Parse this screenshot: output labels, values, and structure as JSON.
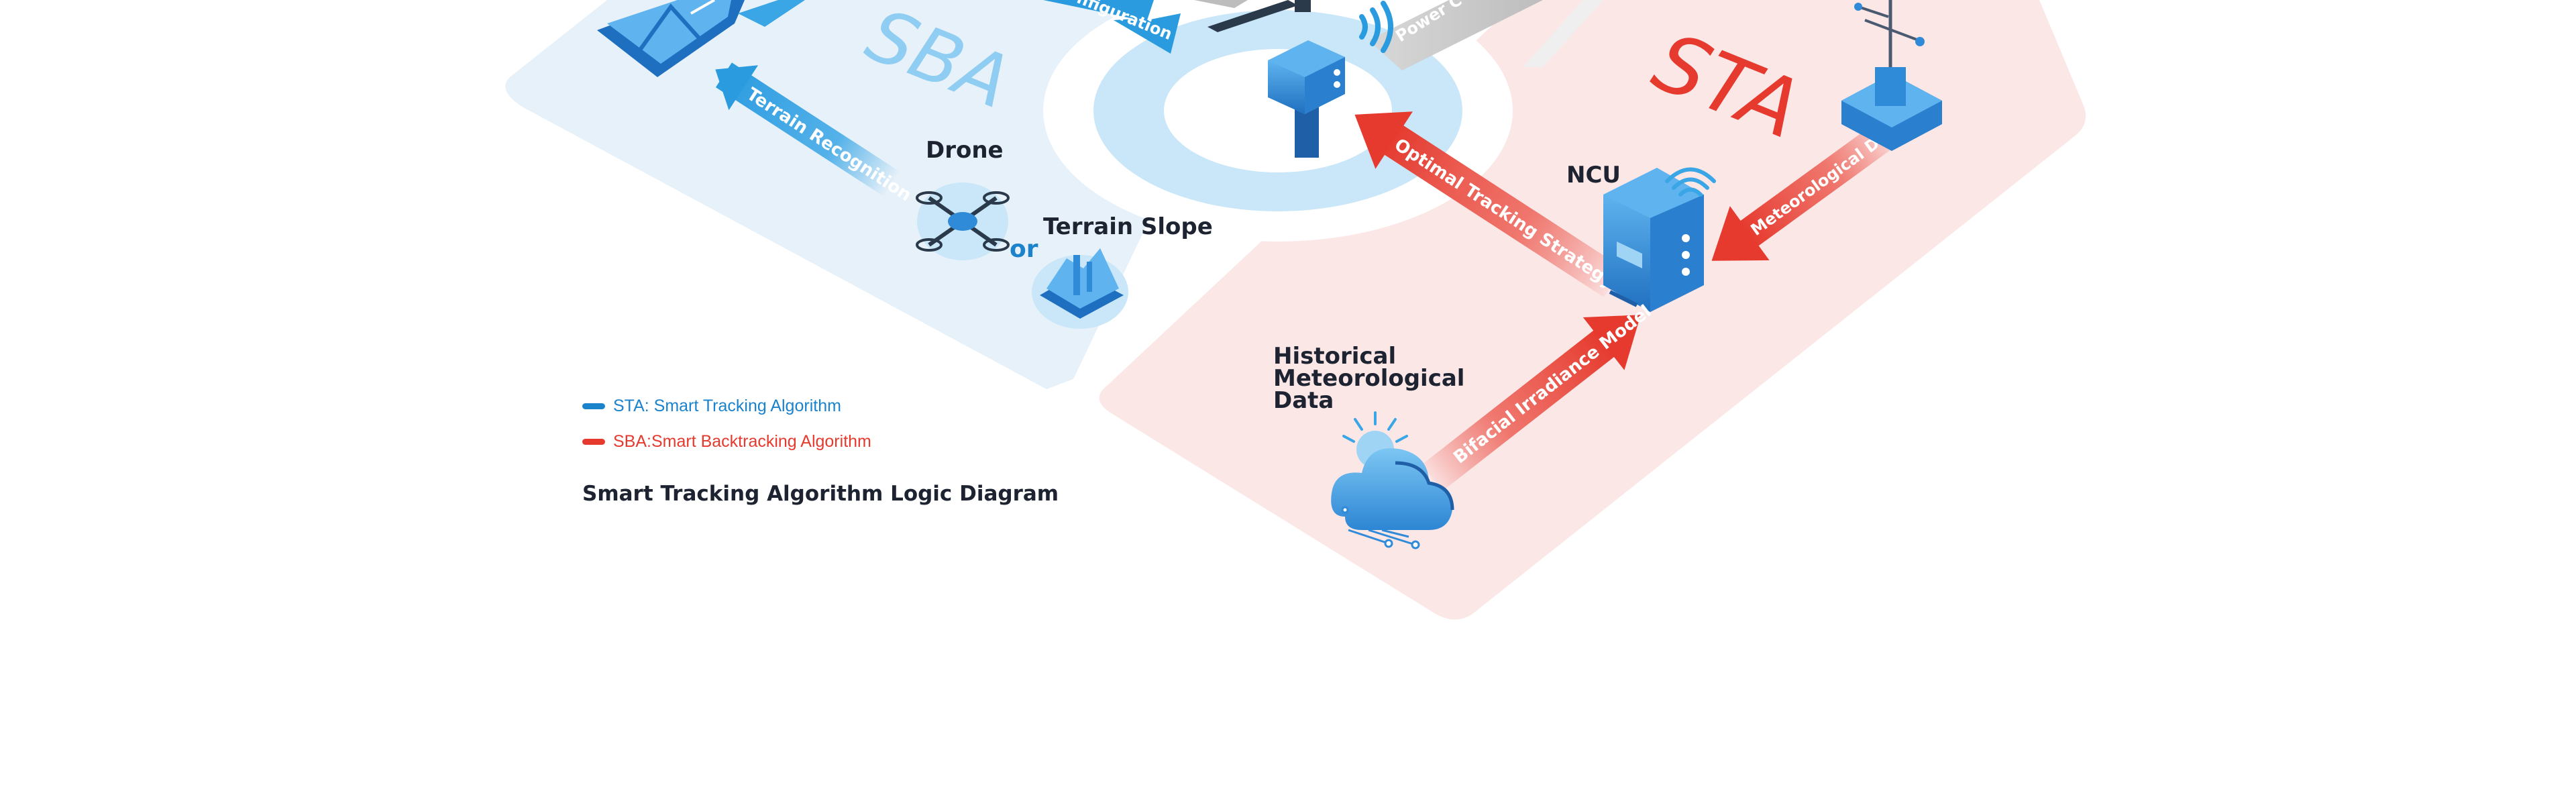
{
  "regions": {
    "sba": {
      "label": "SBA",
      "fill": "#e7f1f9",
      "text_color": "#8fcdf2"
    },
    "sta": {
      "label": "STA",
      "fill": "#fce7e7",
      "text_color": "#e63a2e"
    }
  },
  "nodes": {
    "drone": "Drone",
    "or": "or",
    "terrain_slope": "Terrain Slope",
    "ncu": "NCU",
    "historical": [
      "Historical",
      "Meteorological",
      "Data"
    ]
  },
  "arrows": {
    "terrain_recognition": "Terrain Recognition",
    "configuration_partial": "nfiguration",
    "power_partial": "Power C",
    "optimal_tracking": "Optimal Tracking Strategy",
    "meteorological_data": "Meteorological Data",
    "bifacial_irradiance": "Bifacial Irradiance Model"
  },
  "legend": {
    "sta": {
      "text": "STA: Smart Tracking Algorithm",
      "color": "#1b82cc"
    },
    "sba": {
      "text": "SBA:Smart Backtracking Algorithm",
      "color": "#e63a2e"
    }
  },
  "caption": "Smart Tracking Algorithm Logic Diagram",
  "colors": {
    "blue_arrow": "#3aa6e6",
    "red_arrow": "#e63a2e",
    "device_blue": "#2f8ad8",
    "ring_light": "#c9e7f8"
  }
}
